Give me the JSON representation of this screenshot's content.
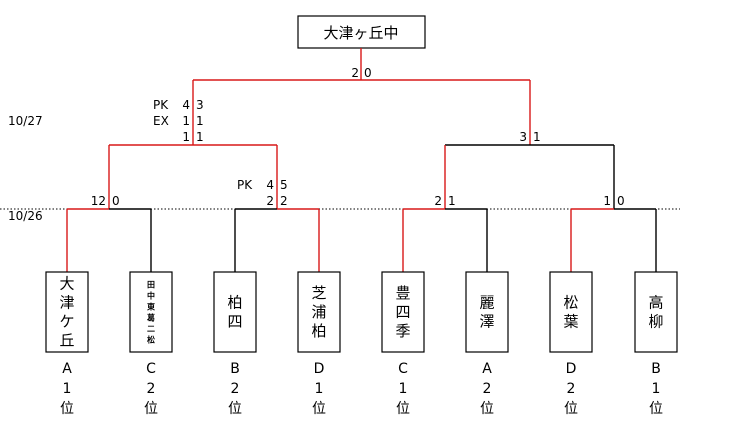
{
  "champion": "大津ヶ丘中",
  "dates": {
    "round1": "10/26",
    "round2": "10/27"
  },
  "teams": [
    {
      "name": "大津ケ丘",
      "group": "A",
      "rank": "1",
      "place": "位"
    },
    {
      "name": "田中東葛二松",
      "group": "C",
      "rank": "2",
      "place": "位"
    },
    {
      "name": "柏四",
      "group": "B",
      "rank": "2",
      "place": "位"
    },
    {
      "name": "芝浦柏",
      "group": "D",
      "rank": "1",
      "place": "位"
    },
    {
      "name": "豊四季",
      "group": "C",
      "rank": "1",
      "place": "位"
    },
    {
      "name": "麗澤",
      "group": "A",
      "rank": "2",
      "place": "位"
    },
    {
      "name": "松葉",
      "group": "D",
      "rank": "2",
      "place": "位"
    },
    {
      "name": "高柳",
      "group": "B",
      "rank": "1",
      "place": "位"
    }
  ],
  "matches": {
    "r1m1": {
      "left": "12",
      "right": "0"
    },
    "r1m2": {
      "left": "2",
      "right": "2",
      "pk_label": "PK",
      "pk_left": "4",
      "pk_right": "5"
    },
    "r1m3": {
      "left": "2",
      "right": "1"
    },
    "r1m4": {
      "left": "1",
      "right": "0"
    },
    "sf1": {
      "left": "1",
      "right": "1",
      "pk_label": "PK",
      "pk_left": "4",
      "pk_right": "3",
      "ex_label": "EX",
      "ex_left": "1",
      "ex_right": "1"
    },
    "sf2": {
      "left": "3",
      "right": "1"
    },
    "final": {
      "left": "2",
      "right": "0"
    }
  }
}
